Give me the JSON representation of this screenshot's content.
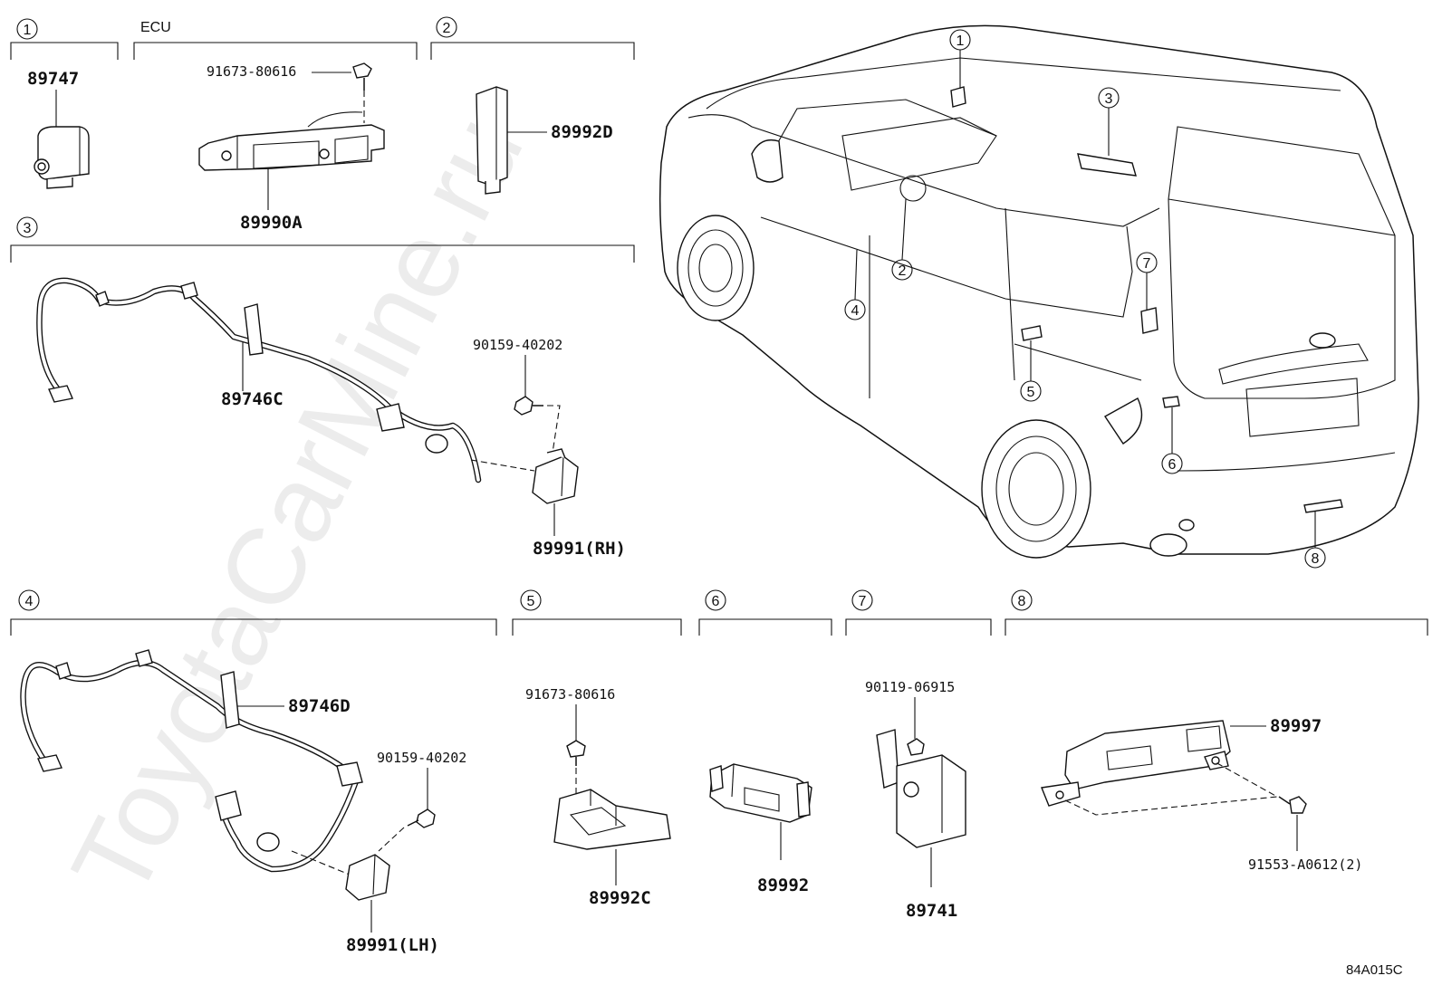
{
  "watermark": "ToyotaCarMine.ru",
  "diagram_ref": "84A015C",
  "section_marks": [
    "1",
    "2",
    "3",
    "4",
    "5",
    "6",
    "7",
    "8"
  ],
  "sections": {
    "s1": {
      "number": "1",
      "parts": {
        "p1": "89747"
      }
    },
    "ecu": {
      "label": "ECU",
      "parts": {
        "bolt": "91673-80616",
        "unit": "89990A"
      }
    },
    "s2": {
      "number": "2",
      "parts": {
        "p1": "89992D"
      }
    },
    "s3": {
      "number": "3",
      "parts": {
        "harness": "89746C",
        "bolt": "90159-40202",
        "sensor": "89991(RH)"
      }
    },
    "s4": {
      "number": "4",
      "parts": {
        "harness": "89746D",
        "bolt": "90159-40202",
        "sensor": "89991(LH)"
      }
    },
    "s5": {
      "number": "5",
      "parts": {
        "bolt": "91673-80616",
        "bracket": "89992C"
      }
    },
    "s6": {
      "number": "6",
      "parts": {
        "unit": "89992"
      }
    },
    "s7": {
      "number": "7",
      "parts": {
        "bolt": "90119-06915",
        "unit": "89741"
      }
    },
    "s8": {
      "number": "8",
      "parts": {
        "unit": "89997",
        "bolt": "91553-A0612(2)"
      }
    }
  }
}
